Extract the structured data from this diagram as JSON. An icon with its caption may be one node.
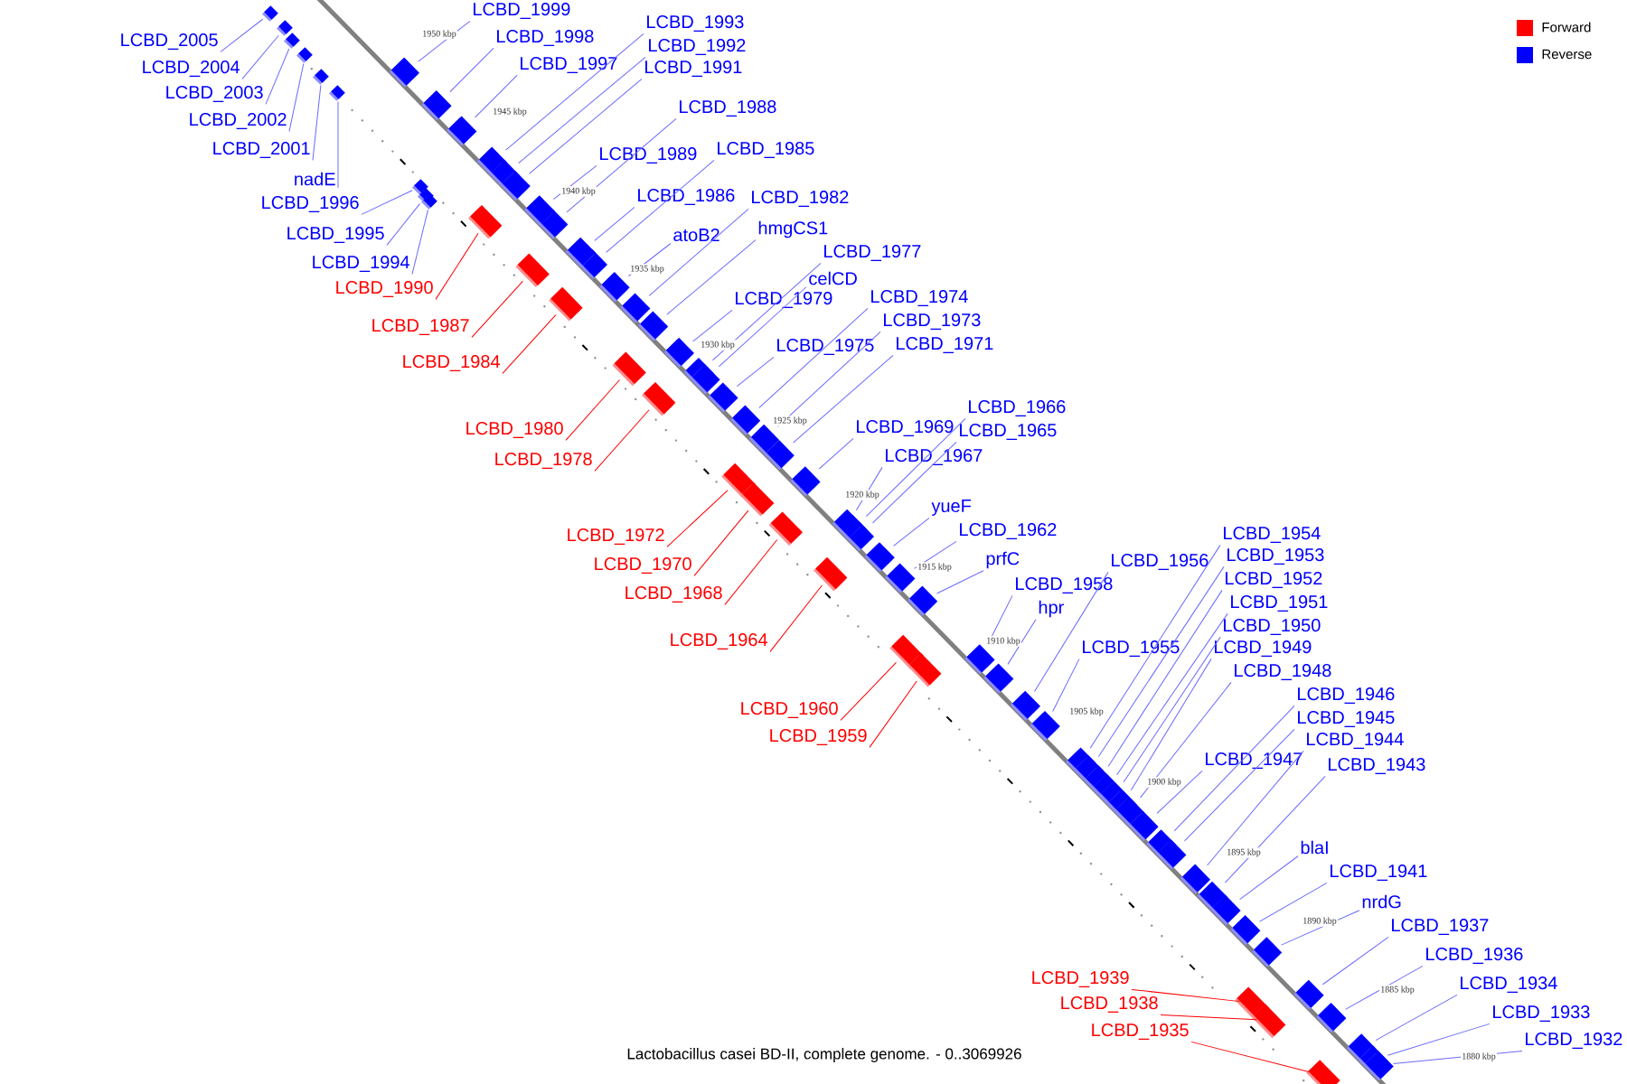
{
  "diagram": {
    "caption": "Lactobacillus casei BD-II, complete genome. - 0..3069926",
    "nodes": [
      {
        "text": [
          "LCBD_2005"
        ]
      },
      {
        "text": [
          "LCBD_2004"
        ]
      },
      {
        "text": [
          "LCBD_2003"
        ]
      },
      {
        "text": [
          "LCBD_2002"
        ]
      },
      {
        "text": [
          "LCBD_2001"
        ]
      },
      {
        "text": [
          "nadE"
        ]
      },
      {
        "text": [
          "LCBD_1996"
        ]
      },
      {
        "text": [
          "LCBD_1995"
        ]
      },
      {
        "text": [
          "LCBD_1994"
        ]
      },
      {
        "text": [
          "LCBD_1999"
        ]
      },
      {
        "text": [
          "LCBD_1998"
        ]
      },
      {
        "text": [
          "LCBD_1997"
        ]
      },
      {
        "text": [
          "LCBD_1993"
        ]
      },
      {
        "text": [
          "LCBD_1992"
        ]
      },
      {
        "text": [
          "LCBD_1991"
        ]
      },
      {
        "text": [
          "LCBD_1988"
        ]
      },
      {
        "text": [
          "LCBD_1989"
        ]
      },
      {
        "text": [
          "LCBD_1985"
        ]
      },
      {
        "text": [
          "LCBD_1986"
        ]
      },
      {
        "text": [
          "LCBD_1982"
        ]
      },
      {
        "text": [
          "atoB2"
        ]
      },
      {
        "text": [
          "hmgCS1"
        ]
      },
      {
        "text": [
          "LCBD_1977"
        ]
      },
      {
        "text": [
          "celCD"
        ]
      },
      {
        "text": [
          "LCBD_1979"
        ]
      },
      {
        "text": [
          "LCBD_1974"
        ]
      },
      {
        "text": [
          "LCBD_1973"
        ]
      },
      {
        "text": [
          "LCBD_1975"
        ]
      },
      {
        "text": [
          "LCBD_1971"
        ]
      },
      {
        "text": [
          "LCBD_1966"
        ]
      },
      {
        "text": [
          "LCBD_1969"
        ]
      },
      {
        "text": [
          "LCBD_1965"
        ]
      },
      {
        "text": [
          "LCBD_1967"
        ]
      },
      {
        "text": [
          "yueF"
        ]
      },
      {
        "text": [
          "LCBD_1962"
        ]
      },
      {
        "text": [
          "prfC"
        ]
      },
      {
        "text": [
          "LCBD_1956"
        ]
      },
      {
        "text": [
          "LCBD_1958"
        ]
      },
      {
        "text": [
          "hpr"
        ]
      },
      {
        "text": [
          "LCBD_1955"
        ]
      },
      {
        "text": [
          "LCBD_1954"
        ]
      },
      {
        "text": [
          "LCBD_1953"
        ]
      },
      {
        "text": [
          "LCBD_1952"
        ]
      },
      {
        "text": [
          "LCBD_1951"
        ]
      },
      {
        "text": [
          "LCBD_1950"
        ]
      },
      {
        "text": [
          "LCBD_1949"
        ]
      },
      {
        "text": [
          "LCBD_1948"
        ]
      },
      {
        "text": [
          "LCBD_1946"
        ]
      },
      {
        "text": [
          "LCBD_1945"
        ]
      },
      {
        "text": [
          "LCBD_1944"
        ]
      },
      {
        "text": [
          "LCBD_1947"
        ]
      },
      {
        "text": [
          "LCBD_1943"
        ]
      },
      {
        "text": [
          "blaI"
        ]
      },
      {
        "text": [
          "LCBD_1941"
        ]
      },
      {
        "text": [
          "nrdG"
        ]
      },
      {
        "text": [
          "LCBD_1937"
        ]
      },
      {
        "text": [
          "LCBD_1936"
        ]
      },
      {
        "text": [
          "LCBD_1934"
        ]
      },
      {
        "text": [
          "LCBD_1933"
        ]
      },
      {
        "text": [
          "LCBD_1932"
        ]
      },
      {
        "text": [
          "LCBD_1990"
        ]
      },
      {
        "text": [
          "LCBD_1987"
        ]
      },
      {
        "text": [
          "LCBD_1984"
        ]
      },
      {
        "text": [
          "LCBD_1980"
        ]
      },
      {
        "text": [
          "LCBD_1978"
        ]
      },
      {
        "text": [
          "LCBD_1972"
        ]
      },
      {
        "text": [
          "LCBD_1970"
        ]
      },
      {
        "text": [
          "LCBD_1968"
        ]
      },
      {
        "text": [
          "LCBD_1964"
        ]
      },
      {
        "text": [
          "LCBD_1960"
        ]
      },
      {
        "text": [
          "LCBD_1959"
        ]
      },
      {
        "text": [
          "LCBD_1939"
        ]
      },
      {
        "text": [
          "LCBD_1938"
        ]
      },
      {
        "text": [
          "LCBD_1935"
        ]
      },
      {
        "text": [],
        "shape": "box"
      },
      {
        "text": [],
        "shape": "box"
      },
      {
        "text": [],
        "shape": "box"
      },
      {
        "text": [],
        "shape": "box"
      },
      {
        "text": [],
        "shape": "box"
      },
      {
        "text": [],
        "shape": "box"
      },
      {
        "text": [],
        "shape": "box"
      },
      {
        "text": [],
        "shape": "box"
      },
      {
        "text": [],
        "shape": "box"
      },
      {
        "text": [],
        "shape": "box"
      },
      {
        "text": [],
        "shape": "box"
      },
      {
        "text": [],
        "shape": "box"
      },
      {
        "text": [],
        "shape": "box"
      },
      {
        "text": [],
        "shape": "box"
      },
      {
        "text": [],
        "shape": "box"
      },
      {
        "text": [],
        "shape": "box"
      },
      {
        "text": [],
        "shape": "box"
      },
      {
        "text": [],
        "shape": "box"
      },
      {
        "text": [],
        "shape": "box"
      },
      {
        "text": [],
        "shape": "box"
      },
      {
        "text": [],
        "shape": "box"
      },
      {
        "text": [],
        "shape": "box"
      },
      {
        "text": [],
        "shape": "box"
      },
      {
        "text": [],
        "shape": "box"
      },
      {
        "text": [],
        "shape": "box"
      },
      {
        "text": [],
        "shape": "box"
      },
      {
        "text": [],
        "shape": "box"
      },
      {
        "text": [],
        "shape": "box"
      },
      {
        "text": [],
        "shape": "box"
      },
      {
        "text": [],
        "shape": "box"
      },
      {
        "text": [],
        "shape": "box"
      },
      {
        "text": [],
        "shape": "box"
      },
      {
        "text": [],
        "shape": "box"
      },
      {
        "text": [],
        "shape": "box"
      },
      {
        "text": [],
        "shape": "box"
      },
      {
        "text": [],
        "shape": "box"
      },
      {
        "text": [],
        "shape": "box"
      },
      {
        "text": [],
        "shape": "box"
      },
      {
        "text": [],
        "shape": "box"
      },
      {
        "text": [],
        "shape": "box"
      },
      {
        "text": [],
        "shape": "box"
      },
      {
        "text": [],
        "shape": "box"
      },
      {
        "text": [],
        "shape": "box"
      },
      {
        "text": [],
        "shape": "box"
      },
      {
        "text": [],
        "shape": "box"
      },
      {
        "text": [],
        "shape": "box"
      },
      {
        "text": [],
        "shape": "box"
      },
      {
        "text": [],
        "shape": "box"
      },
      {
        "text": [],
        "shape": "box"
      },
      {
        "text": [],
        "shape": "box"
      },
      {
        "text": [],
        "shape": "box"
      },
      {
        "text": [],
        "shape": "box"
      },
      {
        "text": [],
        "shape": "box"
      },
      {
        "text": [],
        "shape": "box"
      },
      {
        "text": [],
        "shape": "box"
      },
      {
        "text": [],
        "shape": "box"
      },
      {
        "text": [],
        "shape": "box"
      },
      {
        "text": [],
        "shape": "box"
      },
      {
        "text": [],
        "shape": "box"
      },
      {
        "text": [],
        "shape": "box"
      },
      {
        "text": [],
        "shape": "box"
      },
      {
        "text": [],
        "shape": "box"
      },
      {
        "text": [],
        "shape": "box"
      },
      {
        "text": [],
        "shape": "box"
      },
      {
        "text": [],
        "shape": "box"
      },
      {
        "text": [],
        "shape": "box"
      },
      {
        "text": [],
        "shape": "box"
      },
      {
        "text": [],
        "shape": "box"
      },
      {
        "text": [],
        "shape": "box"
      },
      {
        "text": [],
        "shape": "box"
      },
      {
        "text": [],
        "shape": "box"
      },
      {
        "text": [],
        "shape": "box"
      },
      {
        "text": [],
        "shape": "box"
      },
      {
        "text": [],
        "shape": "box"
      }
    ],
    "edges": [
      {
        "from": 0,
        "to": 74,
        "arrow": "none"
      },
      {
        "from": 1,
        "to": 75,
        "arrow": "none"
      },
      {
        "from": 2,
        "to": 76,
        "arrow": "none"
      },
      {
        "from": 3,
        "to": 77,
        "arrow": "none"
      },
      {
        "from": 4,
        "to": 78,
        "arrow": "none"
      },
      {
        "from": 5,
        "to": 79,
        "arrow": "none"
      },
      {
        "from": 6,
        "to": 80,
        "arrow": "none"
      },
      {
        "from": 7,
        "to": 81,
        "arrow": "none"
      },
      {
        "from": 8,
        "to": 82,
        "arrow": "none"
      },
      {
        "from": 9,
        "to": 83,
        "arrow": "none"
      },
      {
        "from": 10,
        "to": 84,
        "arrow": "none"
      },
      {
        "from": 11,
        "to": 85,
        "arrow": "none"
      },
      {
        "from": 12,
        "to": 86,
        "arrow": "none"
      },
      {
        "from": 13,
        "to": 87,
        "arrow": "none"
      },
      {
        "from": 14,
        "to": 88,
        "arrow": "none"
      },
      {
        "from": 15,
        "to": 89,
        "arrow": "none"
      },
      {
        "from": 16,
        "to": 90,
        "arrow": "none"
      },
      {
        "from": 17,
        "to": 91,
        "arrow": "none"
      },
      {
        "from": 18,
        "to": 92,
        "arrow": "none"
      },
      {
        "from": 19,
        "to": 93,
        "arrow": "none"
      },
      {
        "from": 20,
        "to": 94,
        "arrow": "none"
      },
      {
        "from": 21,
        "to": 95,
        "arrow": "none"
      },
      {
        "from": 22,
        "to": 96,
        "arrow": "none"
      },
      {
        "from": 23,
        "to": 97,
        "arrow": "none"
      },
      {
        "from": 24,
        "to": 98,
        "arrow": "none"
      },
      {
        "from": 25,
        "to": 99,
        "arrow": "none"
      },
      {
        "from": 26,
        "to": 100,
        "arrow": "none"
      },
      {
        "from": 27,
        "to": 101,
        "arrow": "none"
      },
      {
        "from": 28,
        "to": 102,
        "arrow": "none"
      },
      {
        "from": 29,
        "to": 103,
        "arrow": "none"
      },
      {
        "from": 30,
        "to": 104,
        "arrow": "none"
      },
      {
        "from": 31,
        "to": 105,
        "arrow": "none"
      },
      {
        "from": 32,
        "to": 106,
        "arrow": "none"
      },
      {
        "from": 33,
        "to": 107,
        "arrow": "none"
      },
      {
        "from": 34,
        "to": 108,
        "arrow": "none"
      },
      {
        "from": 35,
        "to": 109,
        "arrow": "none"
      },
      {
        "from": 36,
        "to": 110,
        "arrow": "none"
      },
      {
        "from": 37,
        "to": 111,
        "arrow": "none"
      },
      {
        "from": 38,
        "to": 112,
        "arrow": "none"
      },
      {
        "from": 39,
        "to": 113,
        "arrow": "none"
      },
      {
        "from": 40,
        "to": 114,
        "arrow": "none"
      },
      {
        "from": 41,
        "to": 115,
        "arrow": "none"
      },
      {
        "from": 42,
        "to": 116,
        "arrow": "none"
      },
      {
        "from": 43,
        "to": 117,
        "arrow": "none"
      },
      {
        "from": 44,
        "to": 118,
        "arrow": "none"
      },
      {
        "from": 45,
        "to": 119,
        "arrow": "none"
      },
      {
        "from": 46,
        "to": 120,
        "arrow": "none"
      },
      {
        "from": 47,
        "to": 121,
        "arrow": "none"
      },
      {
        "from": 48,
        "to": 122,
        "arrow": "none"
      },
      {
        "from": 49,
        "to": 123,
        "arrow": "none"
      },
      {
        "from": 50,
        "to": 124,
        "arrow": "none"
      },
      {
        "from": 51,
        "to": 125,
        "arrow": "none"
      },
      {
        "from": 52,
        "to": 126,
        "arrow": "none"
      },
      {
        "from": 53,
        "to": 127,
        "arrow": "none"
      },
      {
        "from": 54,
        "to": 128,
        "arrow": "none"
      },
      {
        "from": 55,
        "to": 129,
        "arrow": "none"
      },
      {
        "from": 56,
        "to": 130,
        "arrow": "none"
      },
      {
        "from": 57,
        "to": 131,
        "arrow": "none"
      },
      {
        "from": 58,
        "to": 132,
        "arrow": "none"
      },
      {
        "from": 59,
        "to": 133,
        "arrow": "none"
      },
      {
        "from": 60,
        "to": 134,
        "arrow": "none",
        "color": "#ff0000"
      },
      {
        "from": 61,
        "to": 135,
        "arrow": "none",
        "color": "#ff0000"
      },
      {
        "from": 62,
        "to": 136,
        "arrow": "none",
        "color": "#ff0000"
      },
      {
        "from": 63,
        "to": 137,
        "arrow": "none",
        "color": "#ff0000"
      },
      {
        "from": 64,
        "to": 138,
        "arrow": "none",
        "color": "#ff0000"
      },
      {
        "from": 65,
        "to": 139,
        "arrow": "none",
        "color": "#ff0000"
      },
      {
        "from": 66,
        "to": 140,
        "arrow": "none",
        "color": "#ff0000"
      },
      {
        "from": 67,
        "to": 141,
        "arrow": "none",
        "color": "#ff0000"
      },
      {
        "from": 68,
        "to": 142,
        "arrow": "none",
        "color": "#ff0000"
      },
      {
        "from": 69,
        "to": 143,
        "arrow": "none",
        "color": "#ff0000"
      },
      {
        "from": 70,
        "to": 144,
        "arrow": "none",
        "color": "#ff0000"
      },
      {
        "from": 71,
        "to": 145,
        "arrow": "none",
        "color": "#ff0000"
      },
      {
        "from": 72,
        "to": 146,
        "arrow": "none",
        "color": "#ff0000"
      },
      {
        "from": 73,
        "to": 147,
        "arrow": "none",
        "color": "#ff0000"
      }
    ],
    "labels": [
      "1950 kbp",
      "1945 kbp",
      "1940 kbp",
      "1935 kbp",
      "1930 kbp",
      "1925 kbp",
      "1920 kbp",
      "1915 kbp",
      "1910 kbp",
      "1905 kbp",
      "1900 kbp",
      "1895 kbp",
      "1890 kbp",
      "1885 kbp",
      "1880 kbp"
    ],
    "legend": [
      {
        "text": "Forward",
        "color": "#ff0000"
      },
      {
        "text": "Reverse",
        "color": "#0000ff"
      }
    ]
  }
}
